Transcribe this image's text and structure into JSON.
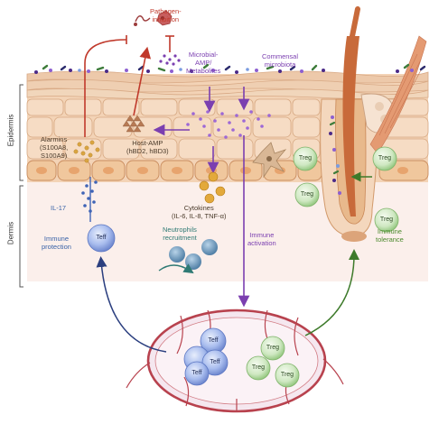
{
  "labels": {
    "pathogen_inhibition": [
      "Pathogen-",
      "inhibition"
    ],
    "microbial_amp": [
      "Microbial-",
      "AMP/",
      "Metabolites"
    ],
    "commensal": [
      "Commensal",
      "microbiota"
    ],
    "alarmins": [
      "Alarmins",
      "(S100A8,",
      "S100A9)"
    ],
    "host_amp": [
      "Host-AMP",
      "(hBD2, hBD3)"
    ],
    "cytokines": [
      "Cytokines",
      "(IL-6, IL-8, TNF-α)"
    ],
    "il17": "IL-17",
    "immune_protection": [
      "Immune",
      "protection"
    ],
    "neutrophils": [
      "Neutrophils",
      "recruitment"
    ],
    "immune_activation": [
      "Immune",
      "activation"
    ],
    "immune_tolerance": [
      "Immune",
      "tolerance"
    ],
    "epidermis": "Epidermis",
    "dermis": "Dermis"
  },
  "cells": {
    "teff": "Teff",
    "treg": "Treg"
  },
  "colors": {
    "red": "#c0392b",
    "purple": "#7b3fb0",
    "blue": "#2b4f8f",
    "teal": "#2f7a74",
    "green": "#4d8a2f",
    "skin": "#f6dcc4",
    "hair": "#c86a3a"
  }
}
